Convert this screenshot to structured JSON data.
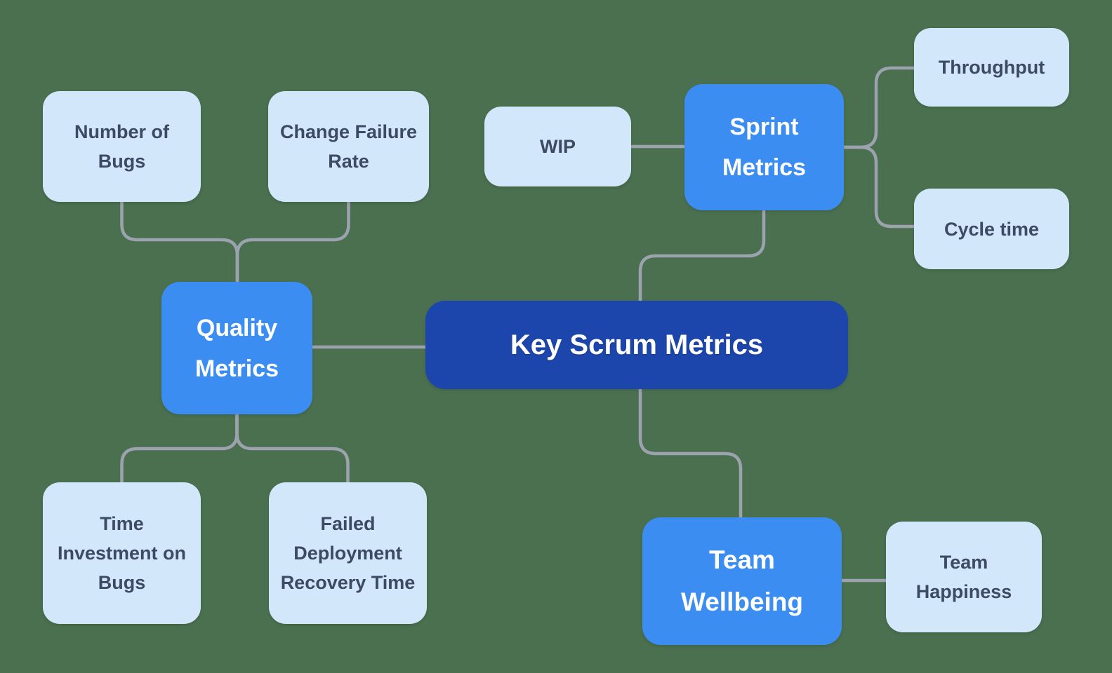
{
  "diagram": {
    "type": "mindmap",
    "title": "Key Scrum Metrics"
  },
  "colors": {
    "background": "#4A7050",
    "connector": "#9CA3AF",
    "root_fill": "#1C46AC",
    "branch_fill": "#3B8DF2",
    "leaf_fill": "#D3E7FB",
    "leaf_text": "#3C4A62",
    "branch_text": "#FFFFFF"
  },
  "nodes": {
    "key_scrum_metrics": {
      "label": "Key Scrum Metrics",
      "level": "root"
    },
    "quality_metrics": {
      "label": "Quality\nMetrics",
      "level": "branch"
    },
    "sprint_metrics": {
      "label": "Sprint\nMetrics",
      "level": "branch"
    },
    "team_wellbeing": {
      "label": "Team\nWellbeing",
      "level": "branch"
    },
    "number_of_bugs": {
      "label": "Number of\nBugs",
      "level": "leaf"
    },
    "change_failure_rate": {
      "label": "Change Failure\nRate",
      "level": "leaf"
    },
    "wip": {
      "label": "WIP",
      "level": "leaf"
    },
    "throughput": {
      "label": "Throughput",
      "level": "leaf"
    },
    "cycle_time": {
      "label": "Cycle time",
      "level": "leaf"
    },
    "time_investment_on_bugs": {
      "label": "Time\nInvestment on\nBugs",
      "level": "leaf"
    },
    "failed_deployment_recovery_time": {
      "label": "Failed\nDeployment\nRecovery Time",
      "level": "leaf"
    },
    "team_happiness": {
      "label": "Team\nHappiness",
      "level": "leaf"
    }
  },
  "edges": [
    [
      "key_scrum_metrics",
      "quality_metrics"
    ],
    [
      "key_scrum_metrics",
      "sprint_metrics"
    ],
    [
      "key_scrum_metrics",
      "team_wellbeing"
    ],
    [
      "quality_metrics",
      "number_of_bugs"
    ],
    [
      "quality_metrics",
      "change_failure_rate"
    ],
    [
      "quality_metrics",
      "time_investment_on_bugs"
    ],
    [
      "quality_metrics",
      "failed_deployment_recovery_time"
    ],
    [
      "sprint_metrics",
      "wip"
    ],
    [
      "sprint_metrics",
      "throughput"
    ],
    [
      "sprint_metrics",
      "cycle_time"
    ],
    [
      "team_wellbeing",
      "team_happiness"
    ]
  ]
}
